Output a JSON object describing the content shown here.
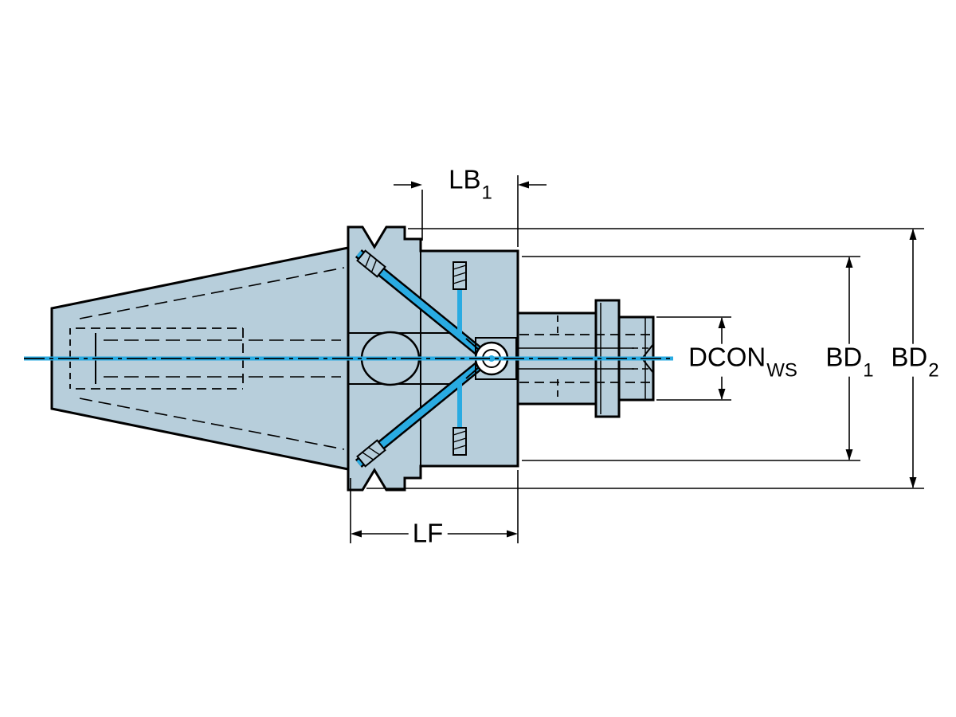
{
  "page": {
    "background": "#ffffff"
  },
  "diagram": {
    "part_fill": "#b7cedb",
    "outline": "#000000",
    "accent": "#29abe2",
    "dim_color": "#000000"
  },
  "labels": {
    "lb1": {
      "main": "LB",
      "sub": "1"
    },
    "lf": {
      "main": "LF"
    },
    "dcon": {
      "main": "DCON",
      "sub": "WS"
    },
    "bd1": {
      "main": "BD",
      "sub": "1"
    },
    "bd2": {
      "main": "BD",
      "sub": "2"
    }
  }
}
